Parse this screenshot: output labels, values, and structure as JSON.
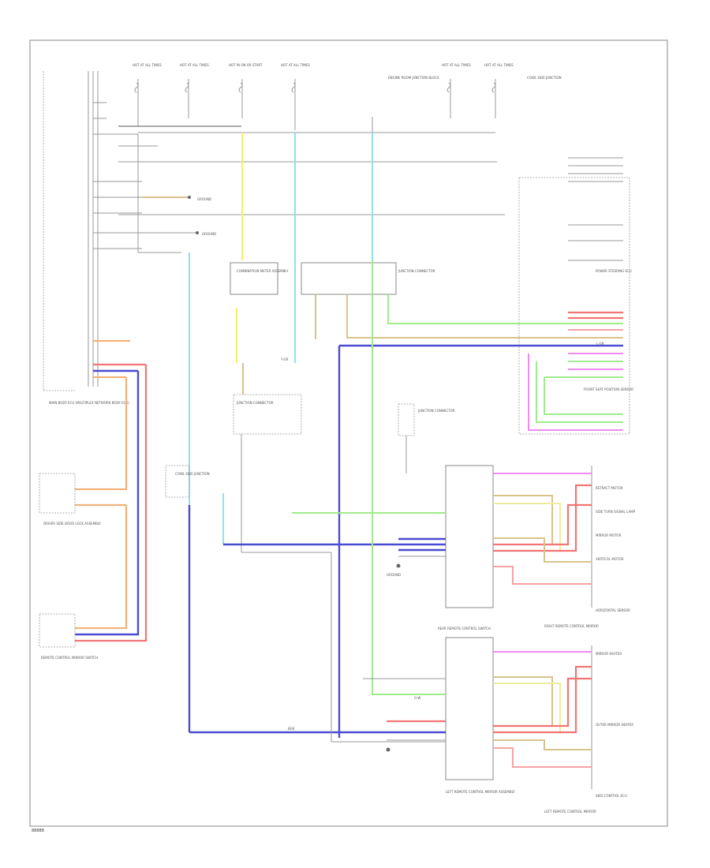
{
  "diagram": {
    "footer_code": "88888",
    "labels": {
      "fuse_a": "HOT AT ALL TIMES",
      "fuse_b": "HOT AT ALL TIMES",
      "fuse_c": "HOT IN ON OR START",
      "fuse_d": "HOT AT ALL TIMES",
      "fuse_e": "HOT AT ALL TIMES",
      "fuse_f": "HOT AT ALL TIMES",
      "engine_room": "ENGINE ROOM JUNCTION BLOCK",
      "cowl_side": "COWL SIDE JUNCTION",
      "body_ecu": "MAIN BODY ECU (MULTIPLEX NETWORK BODY ECU)",
      "door_lock": "DRIVER SIDE DOOR LOCK ASSEMBLY",
      "combination_meter": "COMBINATION METER ASSEMBLY",
      "junction_connector_1": "JUNCTION CONNECTOR",
      "junction_connector_2": "JUNCTION CONNECTOR",
      "junction_connector_3": "JUNCTION CONNECTOR",
      "power_steering": "POWER STEERING ECU",
      "brake_module": "SKID CONTROL ECU",
      "front_seat": "FRONT SEAT POSITION SENSOR",
      "rear_control": "REAR REMOTE CONTROL SWITCH",
      "rh_remote": "RIGHT REMOTE CONTROL MIRROR",
      "lh_remote": "LEFT REMOTE CONTROL MIRROR",
      "lh_remote_assy": "LEFT REMOTE CONTROL MIRROR ASSEMBLY",
      "ground_1": "GROUND",
      "ground_2": "GROUND",
      "ground_3": "GROUND",
      "mirror_control": "REMOTE CONTROL MIRROR SWITCH",
      "outer_mirror": "OUTER MIRROR HEATER",
      "turn_lamp": "SIDE TURN SIGNAL LAMP",
      "retract_motor": "RETRACT MOTOR",
      "mirror_motor": "MIRROR MOTOR",
      "mirror_heater": "MIRROR HEATER",
      "vertical_motor": "VERTICAL MOTOR",
      "horizontal_sensor": "HORIZONTAL SENSOR",
      "wire_bgr": "BGR",
      "wire_ygr": "Y-GR",
      "wire_lgr": "L-GR",
      "wire_gw": "G-W"
    }
  }
}
